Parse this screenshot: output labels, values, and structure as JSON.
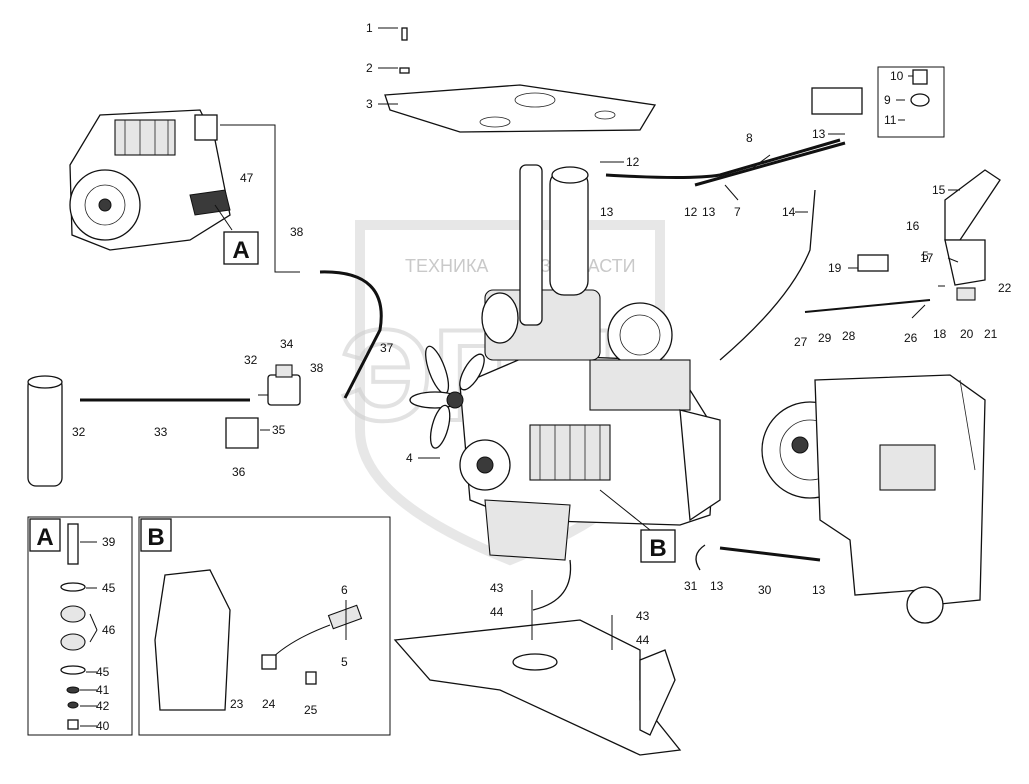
{
  "watermark": {
    "text_left": "ТЕХНИКА",
    "text_right": "ЗАПЧАСТИ",
    "logo": "ЭПЦ"
  },
  "inset_labels": {
    "a_tag": "A",
    "b_tag": "B",
    "box_a_title": "A",
    "box_b_title": "B"
  },
  "callouts": {
    "c1": "1",
    "c2": "2",
    "c3": "3",
    "c4": "4",
    "c5a": "5",
    "c5b": "5",
    "c6": "6",
    "c7": "7",
    "c8": "8",
    "c9": "9",
    "c10": "10",
    "c11": "11",
    "c12a": "12",
    "c12b": "12",
    "c13a": "13",
    "c13b": "13",
    "c13c": "13",
    "c13d": "13",
    "c13e": "13",
    "c14": "14",
    "c15": "15",
    "c16": "16",
    "c17": "17",
    "c18": "18",
    "c19": "19",
    "c20": "20",
    "c21": "21",
    "c22": "22",
    "c23": "23",
    "c24": "24",
    "c25": "25",
    "c26": "26",
    "c27": "27",
    "c28": "28",
    "c29": "29",
    "c30": "30",
    "c31": "31",
    "c32a": "32",
    "c32b": "32",
    "c33": "33",
    "c34": "34",
    "c35": "35",
    "c36": "36",
    "c37": "37",
    "c38a": "38",
    "c38b": "38",
    "c39": "39",
    "c40": "40",
    "c41": "41",
    "c42": "42",
    "c43a": "43",
    "c43b": "43",
    "c44a": "44",
    "c44b": "44",
    "c45a": "45",
    "c45b": "45",
    "c46": "46",
    "c47": "47"
  },
  "colors": {
    "line": "#111111",
    "watermark": "#d9d9d9",
    "background": "#ffffff"
  }
}
